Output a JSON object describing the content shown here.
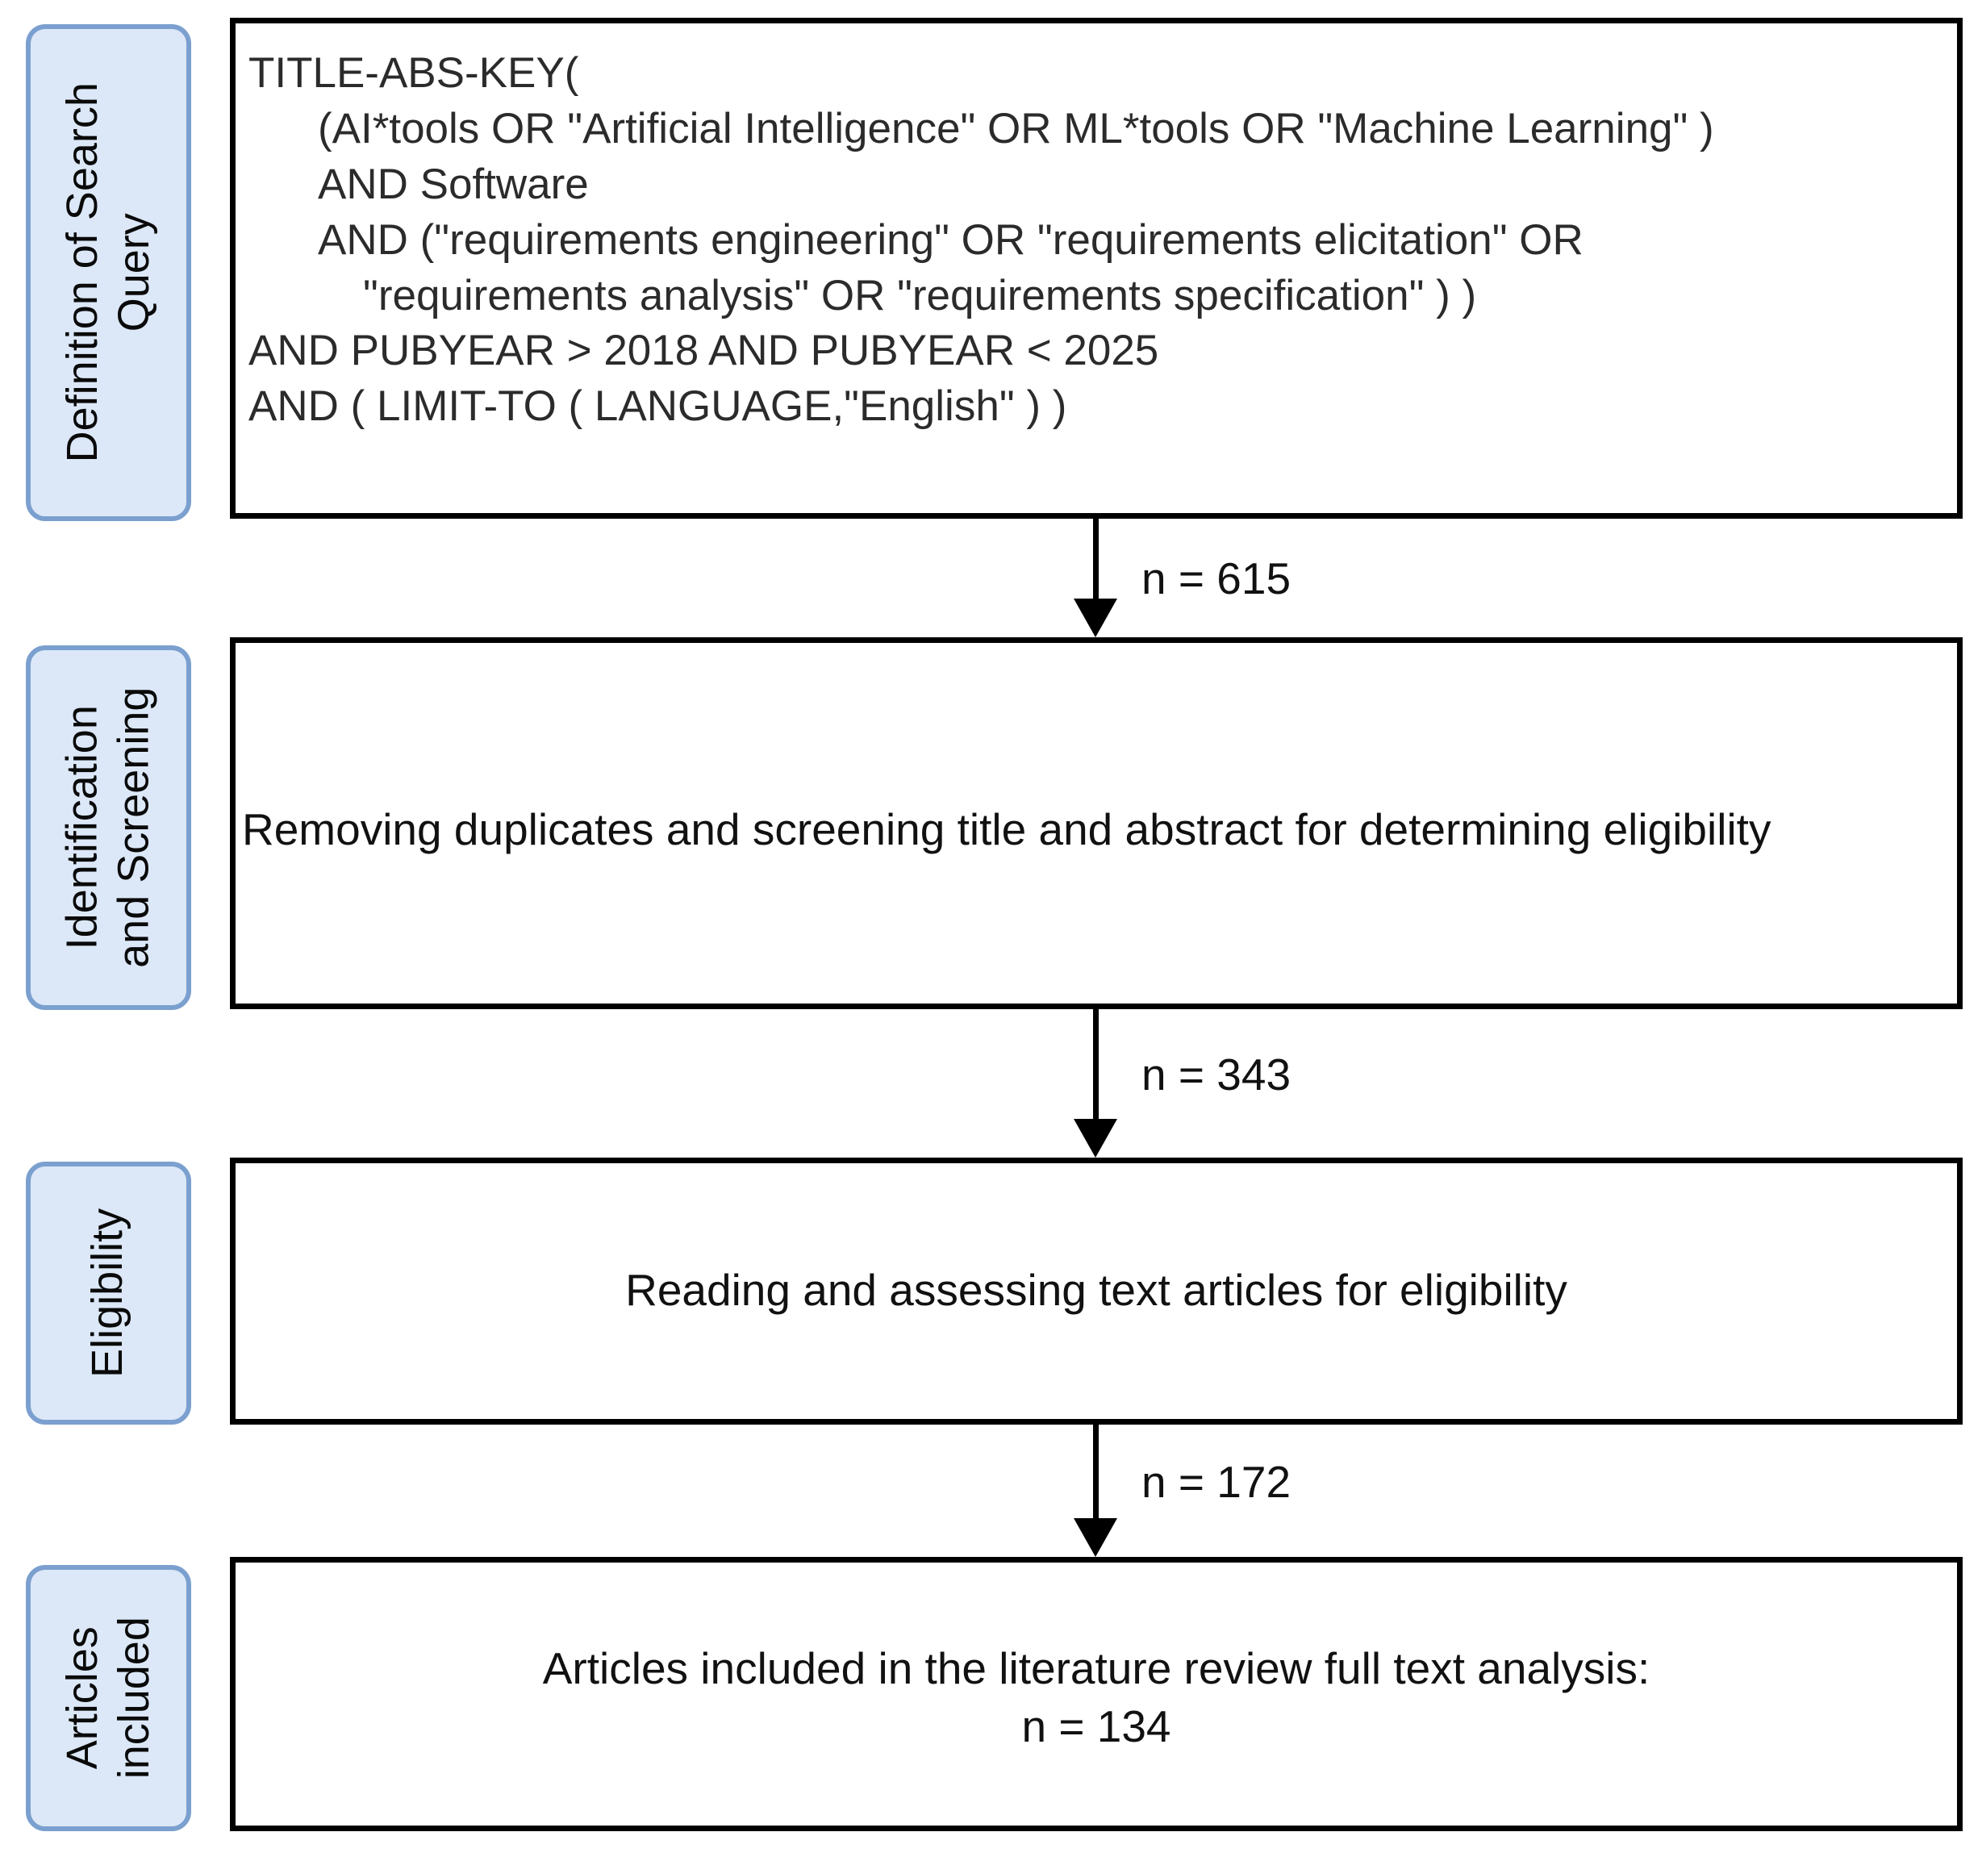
{
  "diagram": {
    "type": "prisma-flow-diagram",
    "stages": [
      {
        "id": "definition-of-search-query",
        "label_lines": [
          "Definition of Search",
          "Query"
        ]
      },
      {
        "id": "identification-and-screening",
        "label_lines": [
          "Identification",
          "and Screening"
        ]
      },
      {
        "id": "eligibility",
        "label_lines": [
          "Eligibility"
        ]
      },
      {
        "id": "articles-included",
        "label_lines": [
          "Articles",
          "included"
        ]
      }
    ],
    "boxes": [
      {
        "id": "search-query-box",
        "kind": "query",
        "query_lines": [
          {
            "indent": 0,
            "text": "TITLE-ABS-KEY("
          },
          {
            "indent": 1,
            "text": "(AI*tools OR \"Artificial Intelligence\" OR ML*tools OR \"Machine Learning\" )"
          },
          {
            "indent": 1,
            "text": "AND Software"
          },
          {
            "indent": 1,
            "text": "AND (\"requirements engineering\" OR \"requirements elicitation\" OR"
          },
          {
            "indent": 2,
            "text": "\"requirements analysis\" OR \"requirements specification\" ) )"
          },
          {
            "indent": 0,
            "text": "AND PUBYEAR > 2018  AND  PUBYEAR < 2025"
          },
          {
            "indent": 0,
            "text": "AND ( LIMIT-TO ( LANGUAGE,\"English\" ) )"
          }
        ]
      },
      {
        "id": "screening-box",
        "kind": "text",
        "align": "left",
        "lines": [
          "Removing duplicates and screening title and abstract for determining eligibility"
        ]
      },
      {
        "id": "eligibility-box",
        "kind": "text",
        "align": "center",
        "lines": [
          "Reading and assessing text articles for eligibility"
        ]
      },
      {
        "id": "included-box",
        "kind": "text",
        "align": "center",
        "lines": [
          "Articles included in the literature review full text analysis:",
          "n = 134"
        ]
      }
    ],
    "connectors": [
      {
        "id": "arrow-615",
        "label": "n = 615",
        "count": 615
      },
      {
        "id": "arrow-343",
        "label": "n = 343",
        "count": 343
      },
      {
        "id": "arrow-172",
        "label": "n = 172",
        "count": 172
      }
    ],
    "colors": {
      "pill_fill": "#dce8f8",
      "pill_border": "#7ba0cf",
      "box_border": "#000000",
      "box_fill": "#ffffff",
      "query_text": "#2b2b2b",
      "body_text": "#111111"
    }
  }
}
